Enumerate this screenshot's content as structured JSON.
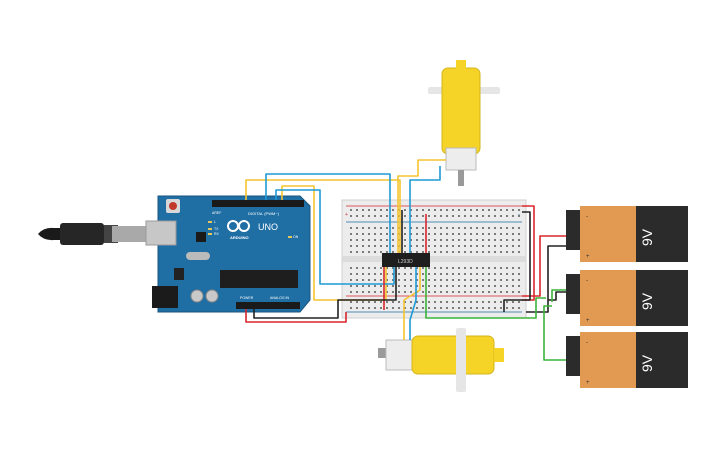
{
  "arduino": {
    "brand": "ARDUINO",
    "model": "UNO",
    "digital_label": "DIGITAL (PWM~)",
    "power_label": "POWER",
    "analog_label": "ANALOG IN",
    "led_labels": [
      "L",
      "TX",
      "RX"
    ],
    "on_label": "ON",
    "aref_label": "AREF",
    "gnd_label": "GND"
  },
  "driver_chip": {
    "label": "L293D"
  },
  "batteries": [
    {
      "label": "9V",
      "minus": "-",
      "plus": "+"
    },
    {
      "label": "9V",
      "minus": "-",
      "plus": "+"
    },
    {
      "label": "9V",
      "minus": "-",
      "plus": "+"
    }
  ],
  "breadboard": {
    "plus_mark": "+",
    "minus_mark": "-"
  },
  "colors": {
    "board_blue": "#1f6fa5",
    "breadboard": "#ececec",
    "wire_yellow": "#f4c430",
    "wire_blue": "#1f9ad6",
    "wire_red": "#d9262b",
    "wire_black": "#222222",
    "wire_green": "#3bb33b",
    "motor_yellow": "#f5d327",
    "battery_orange": "#e29a52",
    "battery_black": "#2b2b2b"
  }
}
